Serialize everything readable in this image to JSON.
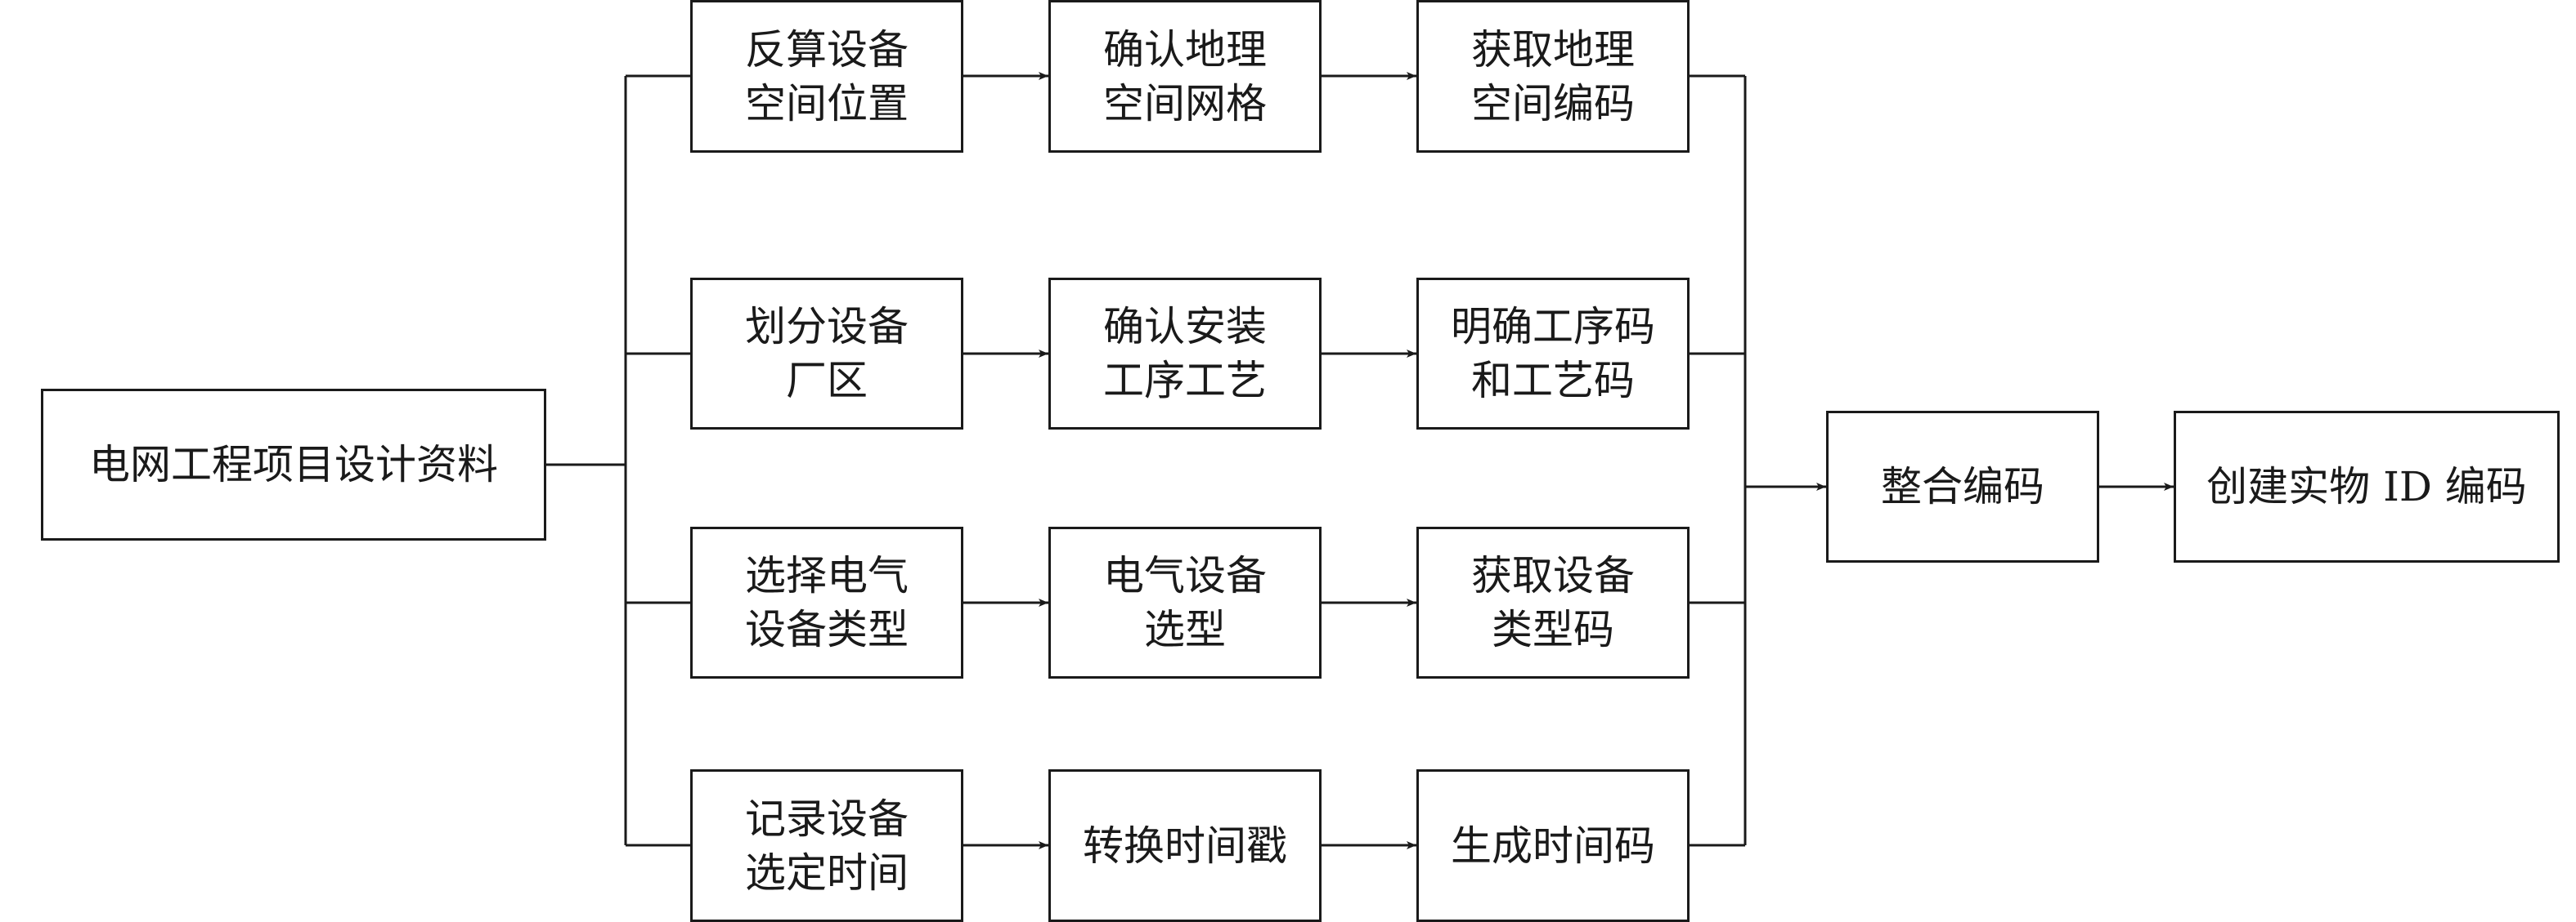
{
  "diagram": {
    "line_color": "#1a1a1a",
    "source": {
      "lines": [
        "电网工程项目设计资料"
      ]
    },
    "branches": [
      {
        "step1": {
          "lines": [
            "反算设备",
            "空间位置"
          ]
        },
        "step2": {
          "lines": [
            "确认地理",
            "空间网格"
          ]
        },
        "step3": {
          "lines": [
            "获取地理",
            "空间编码"
          ]
        }
      },
      {
        "step1": {
          "lines": [
            "划分设备",
            "厂区"
          ]
        },
        "step2": {
          "lines": [
            "确认安装",
            "工序工艺"
          ]
        },
        "step3": {
          "lines": [
            "明确工序码",
            "和工艺码"
          ]
        }
      },
      {
        "step1": {
          "lines": [
            "选择电气",
            "设备类型"
          ]
        },
        "step2": {
          "lines": [
            "电气设备",
            "选型"
          ]
        },
        "step3": {
          "lines": [
            "获取设备",
            "类型码"
          ]
        }
      },
      {
        "step1": {
          "lines": [
            "记录设备",
            "选定时间"
          ]
        },
        "step2": {
          "lines": [
            "转换时间戳"
          ]
        },
        "step3": {
          "lines": [
            "生成时间码"
          ]
        }
      }
    ],
    "merge": {
      "lines": [
        "整合编码"
      ]
    },
    "result": {
      "lines": [
        "创建实物 ID 编码"
      ]
    }
  }
}
